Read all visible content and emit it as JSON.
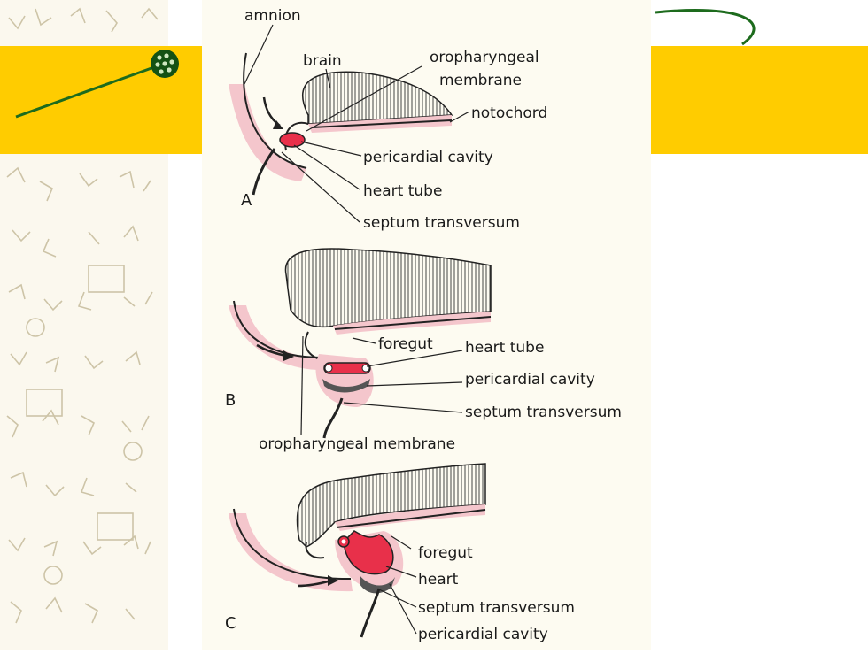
{
  "colors": {
    "banner": "#ffcc00",
    "accent_green": "#1d6b1d",
    "tissue_pink": "#f4c6cc",
    "heart_red": "#e8304a",
    "panel_bg": "#fdfbf1"
  },
  "icons": {
    "bullet": "green-dotted-ball-icon"
  },
  "figure": {
    "panel_a": {
      "letter": "A",
      "labels": {
        "amnion": "amnion",
        "brain": "brain",
        "oropharyngeal_1": "oropharyngeal",
        "oropharyngeal_2": "membrane",
        "notochord": "notochord",
        "pericardial_cavity": "pericardial cavity",
        "heart_tube": "heart tube",
        "septum_transversum": "septum transversum"
      }
    },
    "panel_b": {
      "letter": "B",
      "labels": {
        "foregut": "foregut",
        "heart_tube": "heart tube",
        "pericardial_cavity": "pericardial cavity",
        "septum_transversum": "septum transversum",
        "oropharyngeal_membrane": "oropharyngeal membrane"
      }
    },
    "panel_c": {
      "letter": "C",
      "labels": {
        "foregut": "foregut",
        "heart": "heart",
        "septum_transversum": "septum transversum",
        "pericardial_cavity": "pericardial cavity"
      }
    }
  }
}
